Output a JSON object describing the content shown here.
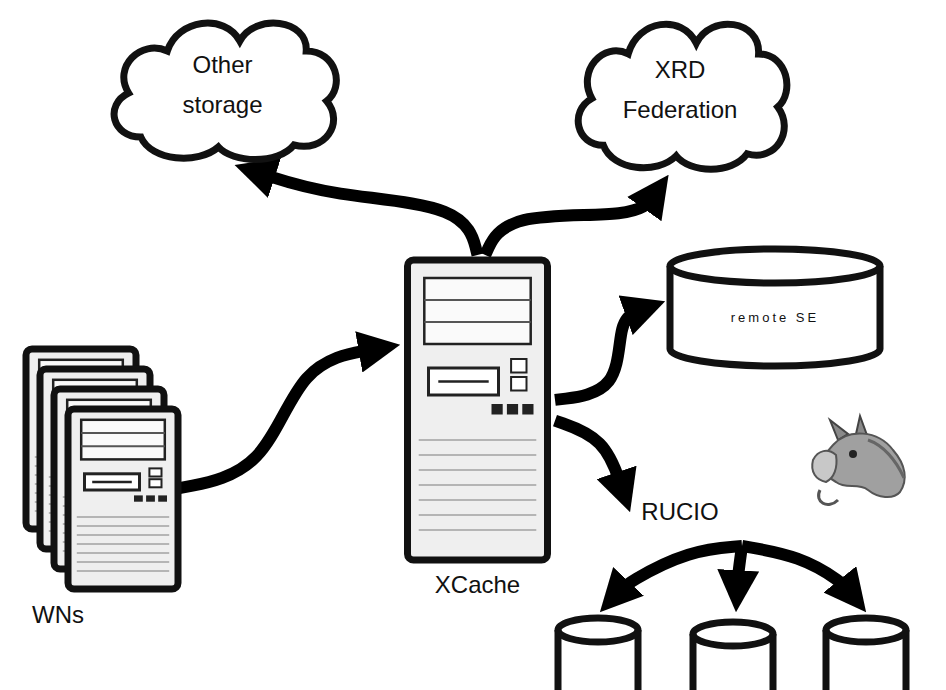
{
  "diagram": {
    "nodes": [
      {
        "text": [
          "Other storage"
        ]
      },
      {
        "text": [
          "XRD Federation"
        ]
      },
      {
        "text": [
          "XCache"
        ]
      },
      {
        "text": [
          "remote SE"
        ]
      },
      {
        "text": [
          "WNs"
        ]
      },
      {
        "text": [
          "RUCIO"
        ]
      }
    ],
    "edges": [
      {
        "from": 4,
        "to": 2,
        "arrow": "to"
      },
      {
        "from": 2,
        "to": 0,
        "arrow": "to"
      },
      {
        "from": 2,
        "to": 1,
        "arrow": "to"
      },
      {
        "from": 2,
        "to": 3,
        "arrow": "to"
      },
      {
        "from": 2,
        "to": 5,
        "arrow": "to"
      }
    ]
  }
}
